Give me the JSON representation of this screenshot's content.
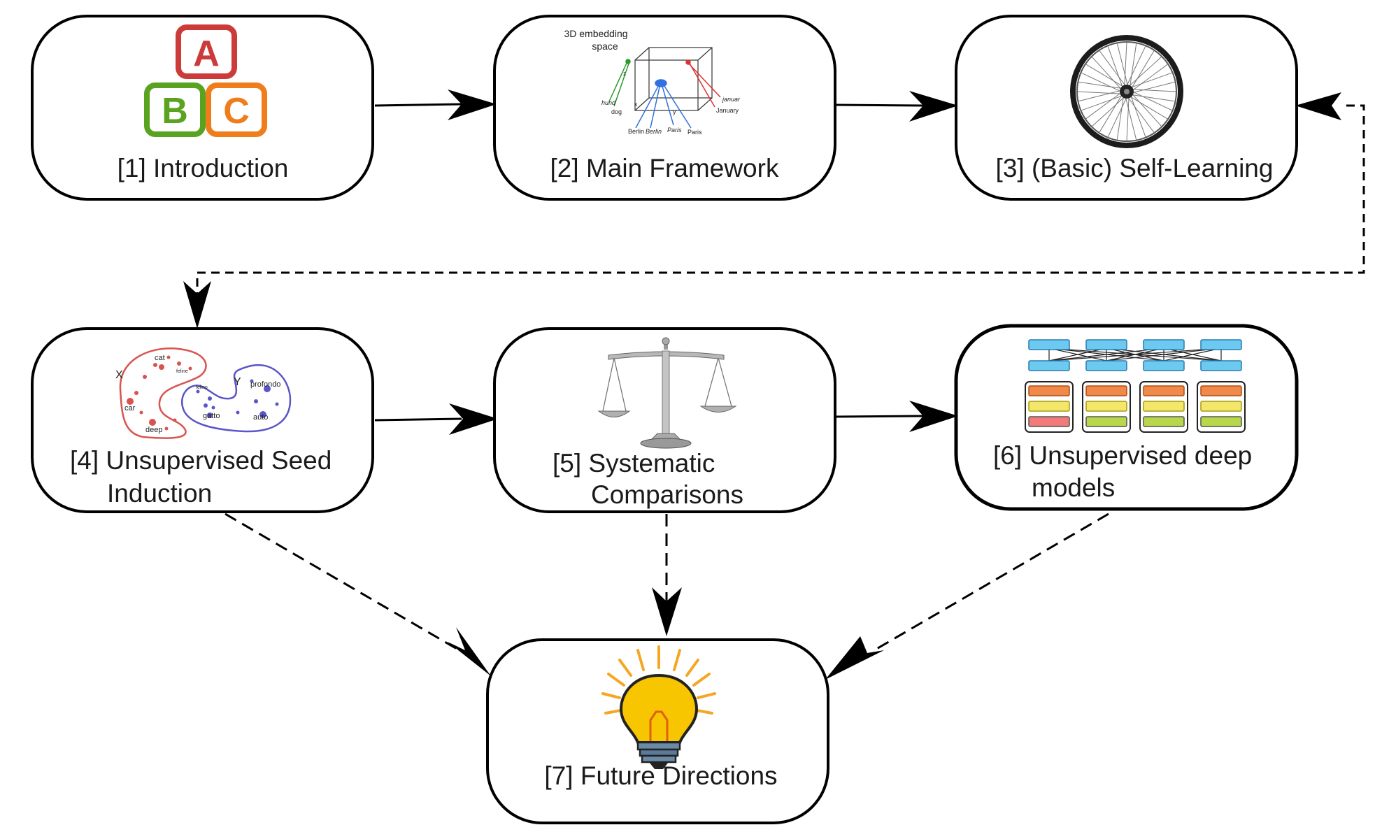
{
  "nodes": [
    {
      "id": 1,
      "label": "[1] Introduction",
      "icon": "abc-blocks-icon"
    },
    {
      "id": 2,
      "label": "[2] Main Framework",
      "icon": "embedding-space-icon"
    },
    {
      "id": 3,
      "label": "[3] (Basic) Self-Learning",
      "icon": "wheel-icon"
    },
    {
      "id": 4,
      "label_line1": "[4] Unsupervised Seed",
      "label_line2": "Induction",
      "icon": "embedding-clusters-icon"
    },
    {
      "id": 5,
      "label_line1": "[5] Systematic",
      "label_line2": "Comparisons",
      "icon": "balance-scale-icon"
    },
    {
      "id": 6,
      "label_line1": "[6] Unsupervised deep",
      "label_line2": "models",
      "icon": "neural-network-icon"
    },
    {
      "id": 7,
      "label": "[7] Future Directions",
      "icon": "lightbulb-icon"
    }
  ],
  "abc_icon": {
    "a": "A",
    "b": "B",
    "c": "C",
    "colors": {
      "a": "#cc3a3a",
      "b": "#5aa320",
      "c": "#ef7d1c"
    }
  },
  "embedding_icon": {
    "title_line1": "3D embedding",
    "title_line2": "space",
    "words": {
      "hund": "hund",
      "dog": "dog",
      "januar": "januar",
      "january": "January",
      "berlin1": "Berlin",
      "berlin2": "Berlin",
      "paris1": "Paris",
      "paris2": "Paris"
    },
    "axes": {
      "x": "x",
      "y": "y",
      "z": "z"
    }
  },
  "cluster_icon": {
    "x_label": "X",
    "y_label": "Y",
    "words_x": [
      "cat",
      "car",
      "deep",
      "feline"
    ],
    "words_y": [
      "profondo",
      "gatto",
      "auto",
      "felino"
    ],
    "colors": {
      "x": "#d9534f",
      "y": "#5a55c8"
    }
  },
  "edges": [
    {
      "from": 1,
      "to": 2,
      "style": "solid"
    },
    {
      "from": 2,
      "to": 3,
      "style": "solid"
    },
    {
      "from": 3,
      "to": 4,
      "style": "dashed"
    },
    {
      "from": 4,
      "to": 5,
      "style": "solid"
    },
    {
      "from": 5,
      "to": 6,
      "style": "solid"
    },
    {
      "from": 4,
      "to": 7,
      "style": "dashed"
    },
    {
      "from": 5,
      "to": 7,
      "style": "dashed"
    },
    {
      "from": 6,
      "to": 7,
      "style": "dashed"
    }
  ]
}
